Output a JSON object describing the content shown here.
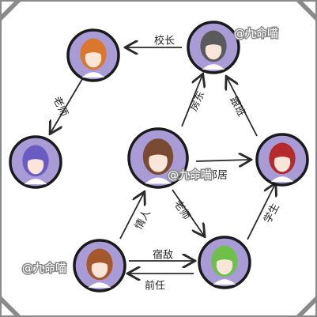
{
  "diagram": {
    "nodes": [
      {
        "id": "principal",
        "name": "principal-avatar",
        "hair": "#d9772e",
        "skin": "#f9e6d8"
      },
      {
        "id": "follower",
        "name": "follower-avatar",
        "hair": "#5a5a5a",
        "skin": "#f9e6d8"
      },
      {
        "id": "purple",
        "name": "purple-hair-avatar",
        "hair": "#6a5bc2",
        "skin": "#f9e6d8"
      },
      {
        "id": "center",
        "name": "center-avatar",
        "hair": "#7a4a33",
        "skin": "#f9e6d8"
      },
      {
        "id": "redhair",
        "name": "red-hair-avatar",
        "hair": "#b52a2a",
        "skin": "#f9e6d8"
      },
      {
        "id": "bun",
        "name": "bun-hair-avatar",
        "hair": "#a5582c",
        "skin": "#f9e6d8"
      },
      {
        "id": "green",
        "name": "green-hair-avatar",
        "hair": "#6fc04a",
        "skin": "#f9e6d8"
      }
    ],
    "edges": [
      {
        "id": "e1",
        "from": "follower",
        "to": "principal",
        "label": "校长"
      },
      {
        "id": "e2",
        "from": "principal",
        "to": "purple",
        "label": "老师"
      },
      {
        "id": "e3",
        "from": "center",
        "to": "follower",
        "label": "房东"
      },
      {
        "id": "e4",
        "from": "redhair",
        "to": "follower",
        "label": "跟班"
      },
      {
        "id": "e5",
        "from": "center",
        "to": "redhair",
        "label": "邻居"
      },
      {
        "id": "e6",
        "from": "bun",
        "to": "center",
        "label": "情人"
      },
      {
        "id": "e7",
        "from": "center",
        "to": "green",
        "label": "老师"
      },
      {
        "id": "e8",
        "from": "green",
        "to": "redhair",
        "label": "学生"
      },
      {
        "id": "e9",
        "from": "bun",
        "to": "green",
        "label": "宿敌"
      },
      {
        "id": "e10",
        "from": "green",
        "to": "bun",
        "label": "前任"
      }
    ],
    "watermarks": [
      "@九命喵",
      "@九命喵",
      "@九命喵"
    ],
    "colors": {
      "node_fill": "#a89bd6",
      "node_ring": "#1a1a1a",
      "arrow": "#2a2a2a",
      "frame": "#8a8a8a"
    }
  }
}
